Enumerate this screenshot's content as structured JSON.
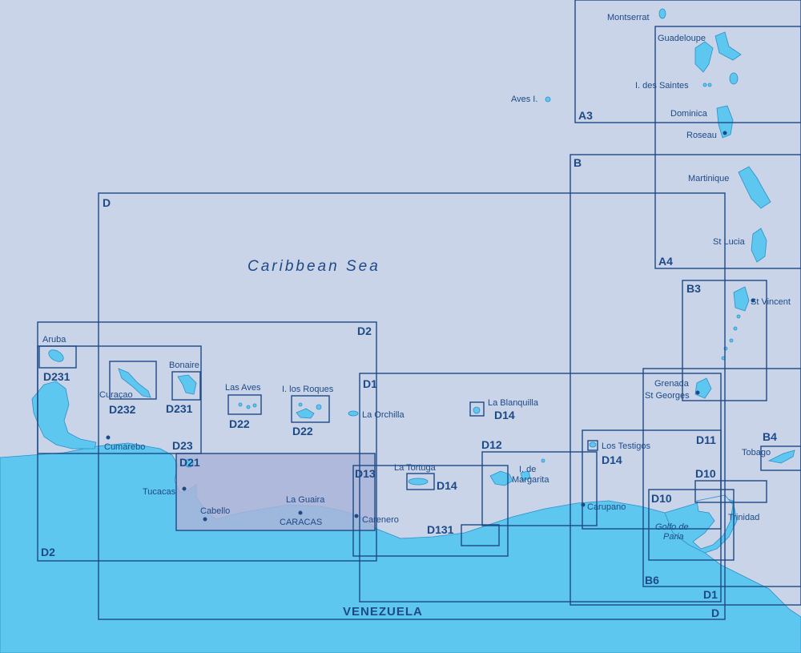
{
  "map": {
    "sea_label": "Caribbean Sea",
    "country_label": "VENEZUELA",
    "gulf_label_line1": "Golfo de",
    "gulf_label_line2": "Paria",
    "colors": {
      "background": "#c9d4e8",
      "water": "#5ec7ef",
      "line": "#1d4a86",
      "highlight": "#a9b4d8"
    }
  },
  "places": {
    "montserrat": "Montserrat",
    "guadeloupe": "Guadeloupe",
    "saintes": "I. des Saintes",
    "dominica": "Dominica",
    "roseau": "Roseau",
    "aves": "Aves I.",
    "martinique": "Martinique",
    "st_lucia": "St Lucia",
    "st_vincent": "St Vincent",
    "grenada": "Grenada",
    "st_georges": "St Georges",
    "tobago": "Tobago",
    "trinidad": "Trinidad",
    "aruba": "Aruba",
    "curacao": "Curaçao",
    "bonaire": "Bonaire",
    "las_aves": "Las Aves",
    "los_roques": "I. los Roques",
    "la_orchilla": "La Orchilla",
    "la_blanquilla": "La Blanquilla",
    "la_tortuga": "La Tortuga",
    "margarita_1": "I. de",
    "margarita_2": "Margarita",
    "los_testigos": "Los Testigos",
    "carupano": "Carupano",
    "carenero": "Carenero",
    "la_guaira": "La Guaira",
    "caracas": "CARACAS",
    "cabello": "Cabello",
    "tucacas": "Tucacas",
    "cumarebo": "Cumarebo"
  },
  "charts": {
    "A3": "A3",
    "A4": "A4",
    "B": "B",
    "B3": "B3",
    "B4": "B4",
    "B6": "B6",
    "D": "D",
    "D_bottom": "D",
    "D1": "D1",
    "D1_bottom": "D1",
    "D2": "D2",
    "D2_bottom": "D2",
    "D10_a": "D10",
    "D10_b": "D10",
    "D11": "D11",
    "D12": "D12",
    "D13": "D13",
    "D131": "D131",
    "D14_a": "D14",
    "D14_b": "D14",
    "D14_c": "D14",
    "D21": "D21",
    "D22_a": "D22",
    "D22_b": "D22",
    "D23": "D23",
    "D231_a": "D231",
    "D231_b": "D231",
    "D232": "D232"
  }
}
